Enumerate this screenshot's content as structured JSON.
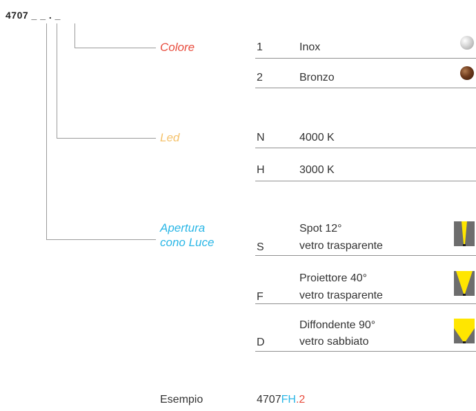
{
  "code": "4707 _ _ . _",
  "categories": {
    "colore": {
      "label": "Colore",
      "color": "#e84c3d"
    },
    "led": {
      "label": "Led",
      "color": "#f5c26b"
    },
    "apertura": {
      "label1": "Apertura",
      "label2": "cono Luce",
      "color": "#29b6e6"
    }
  },
  "colore_options": [
    {
      "code": "1",
      "name": "Inox",
      "swatch": "silver-sphere-icon"
    },
    {
      "code": "2",
      "name": "Bronzo",
      "swatch": "bronze-sphere-icon"
    }
  ],
  "led_options": [
    {
      "code": "N",
      "name": "4000 K"
    },
    {
      "code": "H",
      "name": "3000 K"
    }
  ],
  "apertura_options": [
    {
      "code": "S",
      "line1": "Spot 12°",
      "line2": "vetro trasparente",
      "icon": "narrow-beam-icon"
    },
    {
      "code": "F",
      "line1": "Proiettore 40°",
      "line2": "vetro trasparente",
      "icon": "medium-beam-icon"
    },
    {
      "code": "D",
      "line1": "Diffondente 90°",
      "line2": "vetro sabbiato",
      "icon": "wide-beam-icon"
    }
  ],
  "example": {
    "label": "Esempio",
    "base": "4707",
    "f": "F",
    "h": "H",
    "dot": ".",
    "two": "2"
  }
}
